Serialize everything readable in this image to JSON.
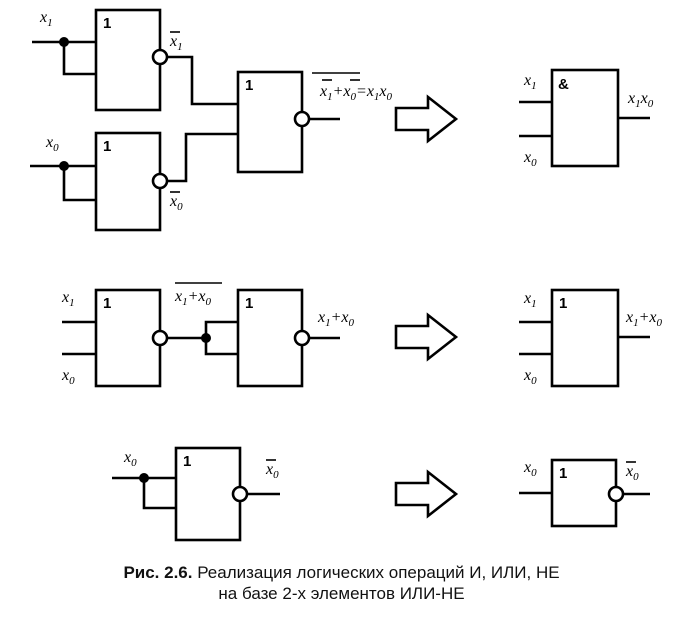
{
  "symbols": {
    "or": "1",
    "and": "&"
  },
  "vars": {
    "x": "x",
    "s1": "1",
    "s0": "0",
    "plus": "+",
    "eq": "="
  },
  "caption": {
    "fig_label": "Рис. 2.6.",
    "line1": " Реализация логических операций И, ИЛИ, НЕ",
    "line2": "на базе 2-х элементов ИЛИ-НЕ"
  }
}
